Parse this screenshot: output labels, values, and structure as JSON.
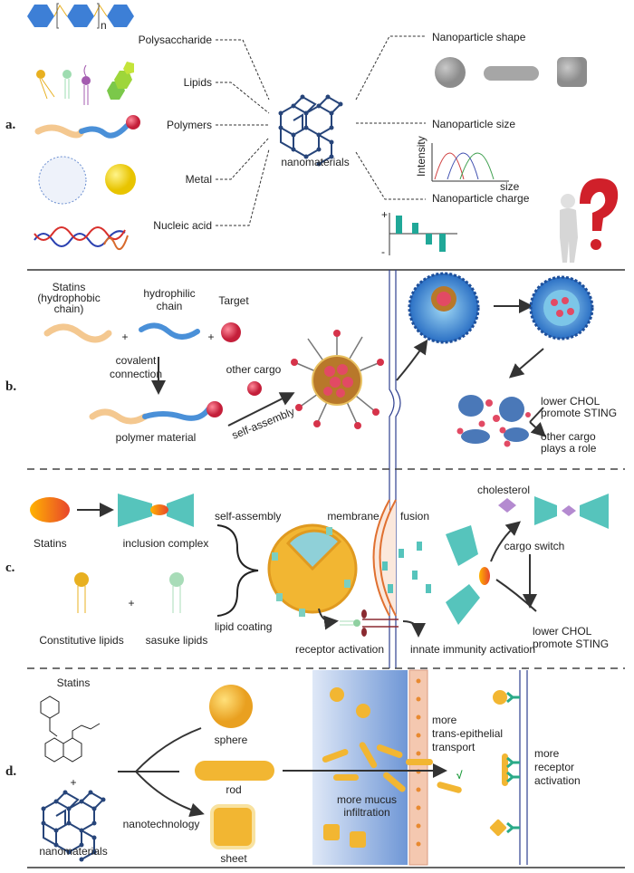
{
  "panels": {
    "a": "a.",
    "b": "b.",
    "c": "c.",
    "d": "d."
  },
  "panel_a": {
    "polymer_repeat_subscript": "n",
    "left_labels": [
      "Polysaccharide",
      "Lipids",
      "Polymers",
      "Metal",
      "Nucleic acid"
    ],
    "center_label": "nanomaterials",
    "right_labels": [
      "Nanoparticle shape",
      "Nanoparticle size",
      "Nanoparticle charge"
    ],
    "size_plot": {
      "ylabel": "Intensity",
      "xlabel": "size"
    },
    "charge_plot": {
      "plus": "+",
      "minus": "-"
    }
  },
  "panel_b": {
    "statins": [
      "Statins",
      "(hydrophobic",
      "chain)"
    ],
    "hydrophilic": [
      "hydrophilic",
      "chain"
    ],
    "target": "Target",
    "plus": "+",
    "covalent": [
      "covalent",
      "connection"
    ],
    "polymer_material": "polymer material",
    "other_cargo": "other cargo",
    "self_assembly": "self-assembly",
    "outcome1": [
      "lower CHOL",
      "promote STING"
    ],
    "outcome2": [
      "other cargo",
      "plays a role"
    ]
  },
  "panel_c": {
    "statins": "Statins",
    "inclusion_complex": "inclusion complex",
    "self_assembly": "self-assembly",
    "lipid_coating": "lipid coating",
    "constitutive_lipids": "Constitutive lipids",
    "sasuke_lipids": "sasuke lipids",
    "plus": "+",
    "membrane": "membrane",
    "fusion": "fusion",
    "receptor_activation": "receptor activation",
    "innate_immunity": "innate immunity activation",
    "cholesterol": "cholesterol",
    "cargo_switch": "cargo switch",
    "outcome": [
      "lower CHOL",
      "promote STING"
    ]
  },
  "panel_d": {
    "statins": "Statins",
    "plus": "+",
    "nanomaterials": "nanomaterials",
    "nanotechnology": "nanotechnology",
    "shapes": [
      "sphere",
      "rod",
      "sheet"
    ],
    "mucus": [
      "more mucus",
      "infiltration"
    ],
    "transport": [
      "more",
      "trans-epithelial",
      "transport"
    ],
    "check": "√",
    "receptor": [
      "more",
      "receptor",
      "activation"
    ]
  },
  "colors": {
    "lattice": "#27457a",
    "gold": "#f2b632",
    "teal": "#3fb8b0",
    "red": "#d6334a",
    "membrane": "#2e3f8f"
  }
}
